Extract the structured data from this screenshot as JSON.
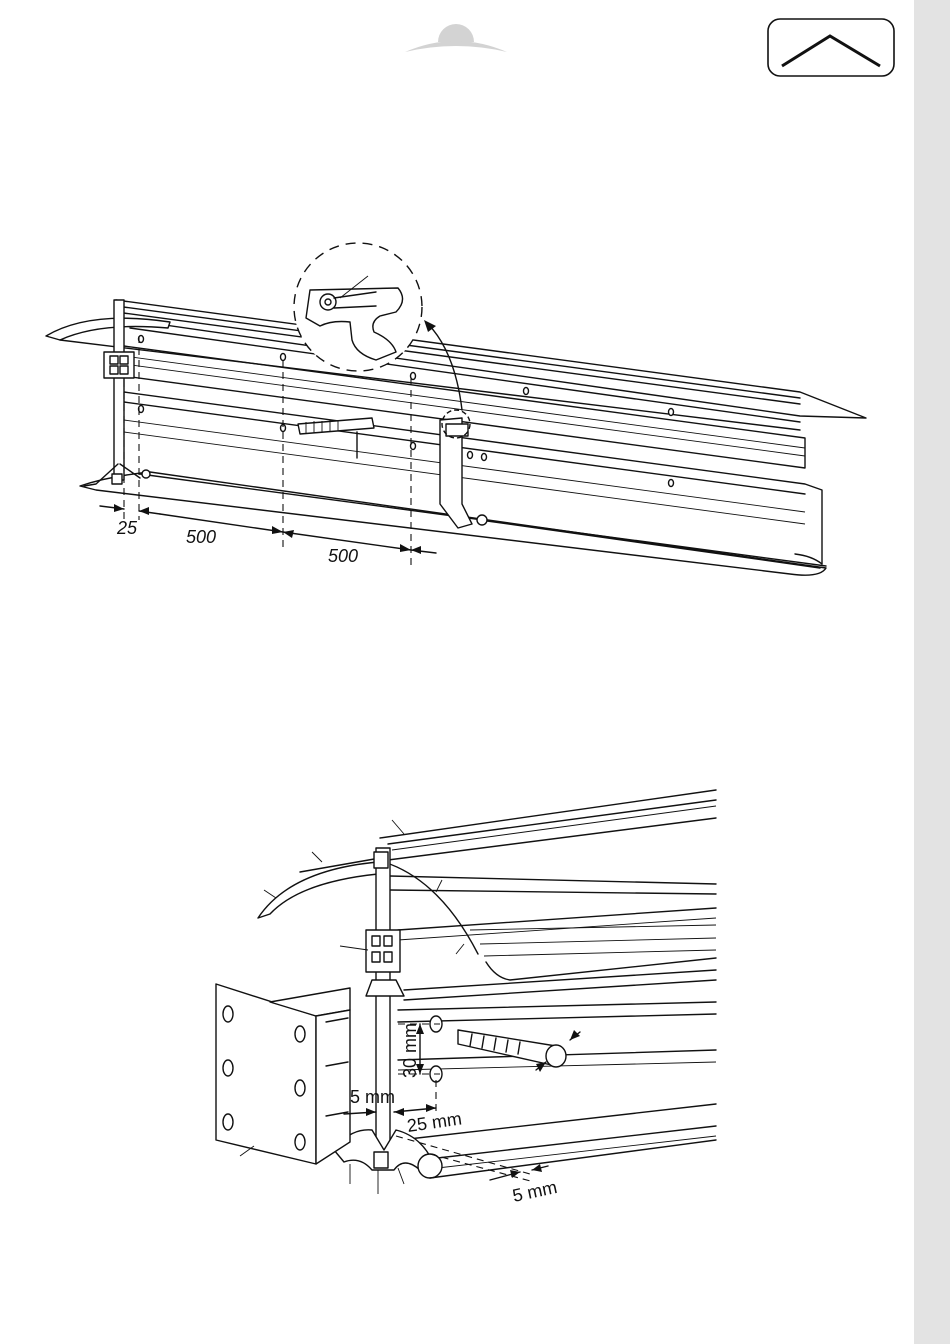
{
  "colors": {
    "line": "#111111",
    "background": "#ffffff",
    "edge_bar": "#e3e3e3",
    "logo": "#cfcfcf"
  },
  "header": {
    "logo_icon": "dome-logo-icon",
    "nav_icon": "ridge-roof-icon"
  },
  "figure1": {
    "dimensions": {
      "edge_offset": "25",
      "spacing_1": "500",
      "spacing_2": "500"
    }
  },
  "figure2": {
    "dimensions": {
      "vertical_spacing": "30 mm",
      "gap_left": "5 mm",
      "offset_right": "25 mm",
      "gap_bottom": "5 mm"
    }
  }
}
